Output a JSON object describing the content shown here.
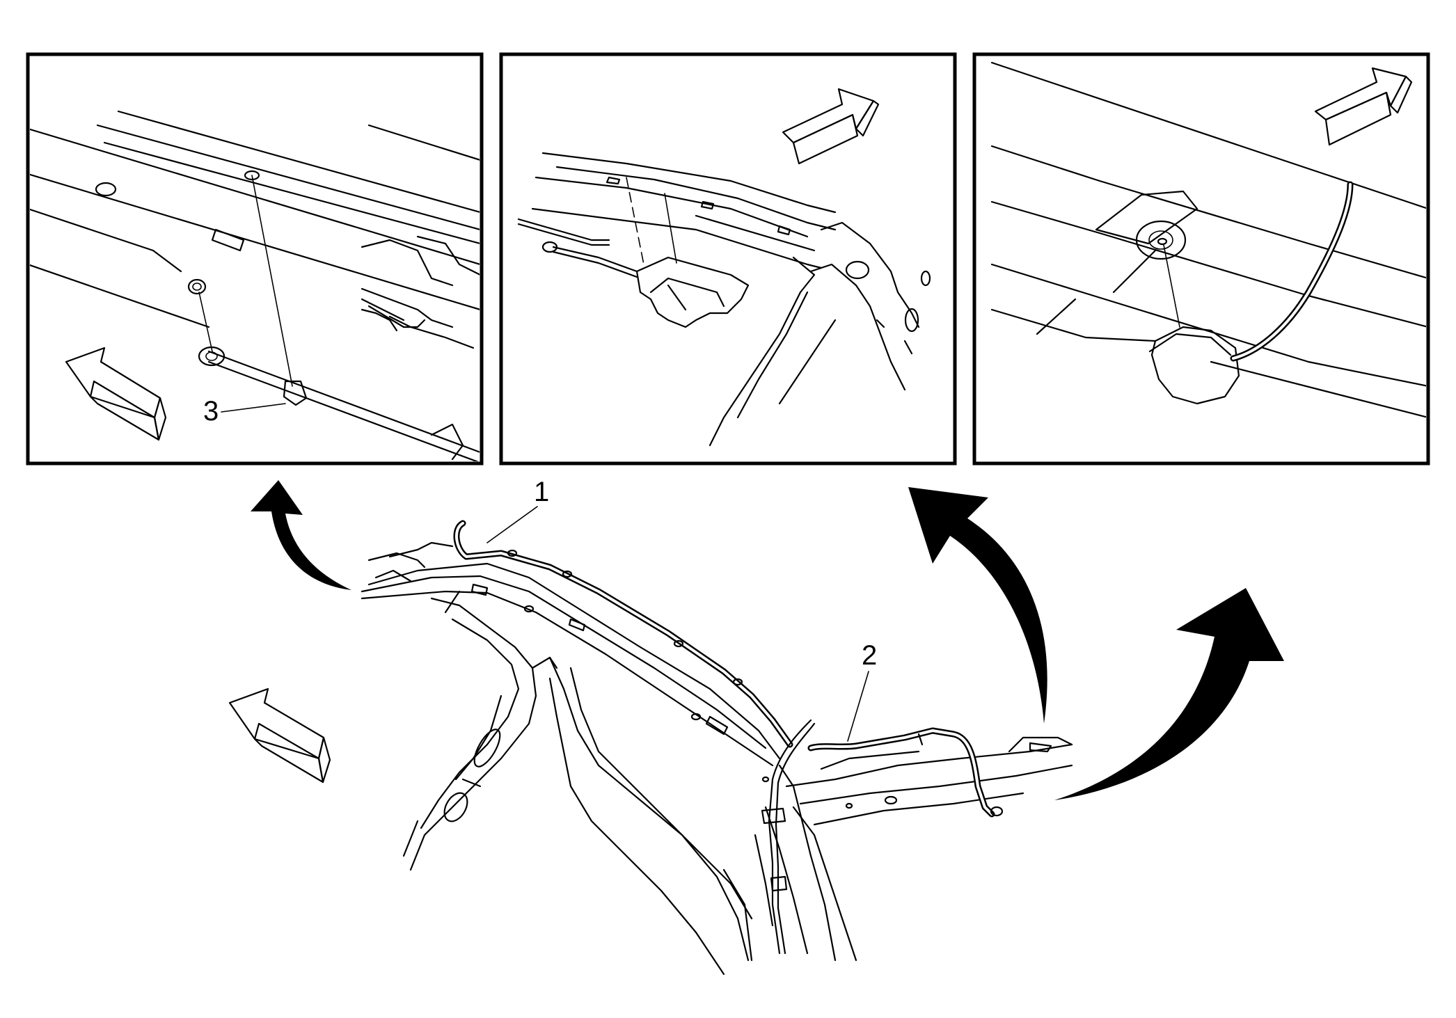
{
  "callouts": {
    "c1": "1",
    "c2": "2",
    "c3": "3"
  },
  "panels": [
    {
      "id": "left-detail",
      "view_direction_arrow": "left"
    },
    {
      "id": "center-detail",
      "view_direction_arrow": "right"
    },
    {
      "id": "right-detail",
      "view_direction_arrow": "right"
    }
  ],
  "icons": [
    "direction-arrow-icon",
    "curved-pointer-arrow-icon",
    "clip-icon",
    "grommet-icon"
  ],
  "colors": {
    "line": "#000000",
    "background": "#ffffff"
  }
}
